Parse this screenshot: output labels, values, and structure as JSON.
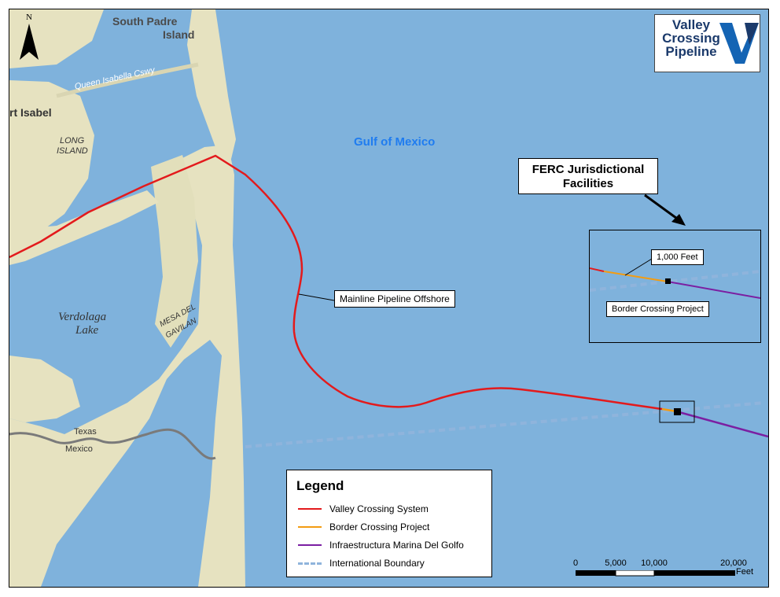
{
  "title_block": {
    "logo_line1": "Valley",
    "logo_line2": "Crossing",
    "logo_line3": "Pipeline"
  },
  "north_arrow": {
    "letter": "N",
    "icon": "north-arrow-icon"
  },
  "place_labels": {
    "south_padre_1": "South Padre",
    "south_padre_2": "Island",
    "queen_isabella": "Queen Isabella Cswy",
    "port_isabel": "rt Isabel",
    "long_island_1": "LONG",
    "long_island_2": "ISLAND",
    "gulf": "Gulf of Mexico",
    "verdolaga_1": "Verdolaga",
    "verdolaga_2": "Lake",
    "mesa_1": "MESA DEL",
    "mesa_2": "GAVILAN",
    "texas": "Texas",
    "mexico": "Mexico"
  },
  "callouts": {
    "mainline": "Mainline Pipeline Offshore",
    "ferc_line1": "FERC Jurisdictional",
    "ferc_line2": "Facilities",
    "feet_1000": "1,000 Feet",
    "border_crossing": "Border Crossing Project"
  },
  "legend": {
    "title": "Legend",
    "items": [
      {
        "label": "Valley Crossing System",
        "color": "#e31a1c",
        "style": "solid"
      },
      {
        "label": "Border Crossing Project",
        "color": "#f39c12",
        "style": "solid"
      },
      {
        "label": "Infraestructura Marina Del Golfo",
        "color": "#7b1fa2",
        "style": "solid"
      },
      {
        "label": "International Boundary",
        "color": "#8fb4dc",
        "style": "dashed"
      }
    ]
  },
  "scale_bar": {
    "ticks": [
      "0",
      "5,000",
      "10,000",
      "20,000"
    ],
    "unit": "Feet"
  },
  "colors": {
    "water": "#7fb2dc",
    "land": "#e7e4c3",
    "valley_crossing": "#e31a1c",
    "border_crossing": "#f39c12",
    "marina_del_golfo": "#7b1fa2",
    "boundary": "#8fb4dc",
    "gulf_label": "#1f7cf0"
  }
}
